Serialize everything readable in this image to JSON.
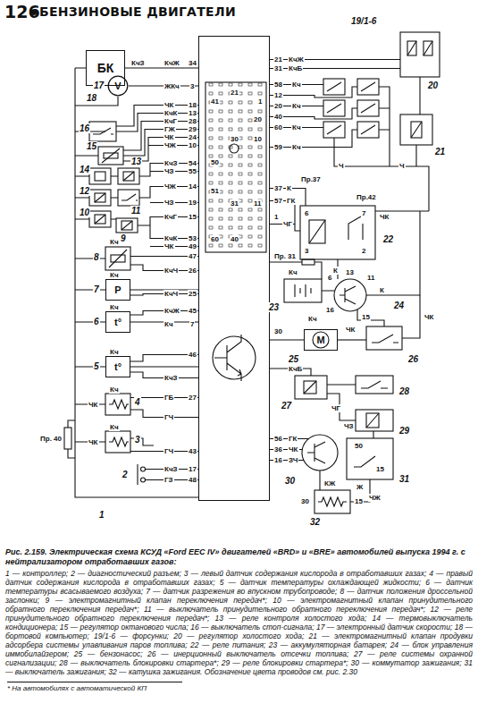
{
  "diagram": {
    "title": "БЕНЗИНОВЫЕ ДВИГАТЕЛИ",
    "caption": "Рис. 2.159. Электрическая схема КСУД «Ford EEC IV» двигателей «BRD» и «BRE» автомобилей выпуска 1994 г. с нейтрализатором отработавших газов:",
    "nodes": [
      {
        "text": [
          "БК"
        ]
      },
      {
        "text": [
          "V"
        ]
      },
      {
        "text": [
          "Р"
        ]
      },
      {
        "text": [
          "t°"
        ]
      },
      {
        "text": [
          "t°"
        ]
      },
      {
        "text": [
          "М"
        ]
      },
      {
        "text": [
          "41",
          "21",
          "1",
          "20",
          "30",
          "10",
          "50",
          "51",
          "31",
          "11",
          "60",
          "40"
        ]
      }
    ],
    "edges": [
      {
        "from": 0,
        "to": 6,
        "arrow": "none"
      },
      {
        "from": 1,
        "to": 6,
        "arrow": "none"
      },
      {
        "from": 2,
        "to": 6,
        "arrow": "none"
      },
      {
        "from": 3,
        "to": 6,
        "arrow": "none"
      },
      {
        "from": 4,
        "to": 6,
        "arrow": "none"
      },
      {
        "from": 5,
        "to": 6,
        "arrow": "none"
      }
    ],
    "labels": [
      "126",
      "КчЗ",
      "КчЖ",
      "34",
      "18",
      "17",
      "ЖКч",
      "3",
      "ЧК",
      "18",
      "КчК",
      "13",
      "КчГ",
      "28",
      "ГЖ",
      "29",
      "ЧК",
      "24",
      "ЧЖ",
      "10",
      "КчЗ",
      "54",
      "ЧЗ",
      "55",
      "ЧЖ",
      "14",
      "ЧЗ",
      "19",
      "КчГ",
      "15",
      "КчК",
      "53",
      "ЧК",
      "49",
      "Кч",
      "47",
      "КчЧ",
      "26",
      "Кч",
      "КчЧ",
      "25",
      "КчЖ",
      "45",
      "Кч",
      "Кч",
      "7",
      "46",
      "Кч",
      "КчЗ",
      "ГБ",
      "27",
      "ЧК",
      "ГЧ",
      "Кч",
      "ЧК",
      "ГЧ",
      "43",
      "Кч",
      "Пр. 40",
      "КчЗ",
      "17",
      "ГЗ",
      "48",
      "16",
      "15",
      "14",
      "13",
      "12",
      "11",
      "10",
      "9",
      "8",
      "7",
      "6",
      "5",
      "4",
      "3",
      "2",
      "1",
      "21",
      "31",
      "КчЖ",
      "КчБ",
      "19/1-6",
      "58",
      "12",
      "20",
      "40",
      "60",
      "59",
      "Кч",
      "Кч",
      "Кч",
      "Кч",
      "20",
      "21",
      "Ч",
      "Ч",
      "37",
      "57",
      "К",
      "Пр.37",
      "ГК",
      "Пр.42",
      "ЧГ",
      "1",
      "6",
      "7",
      "3",
      "2",
      "22",
      "ЧК",
      "Пр. 31",
      "Кч",
      "К",
      "23",
      "6",
      "13",
      "11",
      "16",
      "15",
      "Кч",
      "К",
      "24",
      "30",
      "25",
      "ЧК",
      "ЧК",
      "26",
      "КчБ",
      "27",
      "28",
      "ЧГ",
      "ЧЗ",
      "29",
      "56",
      "36",
      "16",
      "ГК",
      "ЧК",
      "ЗЧ",
      "30",
      "50",
      "15",
      "31",
      "30",
      "15",
      "КЖ",
      "Ж",
      "ЧЖ",
      "32",
      "1 — контроллер; 2 — диагностический разъем; 3 — левый датчик содержания кислорода в отработавших газах; 4 — правый датчик содержания кислорода в отработавших газах; 5 — датчик температуры охлаждающей жидкости; 6 — датчик температуры всасываемого воздуха; 7 — датчик разрежения во впускном трубопроводе; 8 — датчик положения дроссельной заслонки; 9 — электромагнитный клапан переключения передач*; 10 — электромагнитный клапан принудительного обратного переключения передач*; 11 — выключатель принудительного обратного переключения передач*; 12 — реле принудительного обратного переключения передач*; 13 — реле контроля холостого хода; 14 — термовыключатель кондиционера; 15 — регулятор октанового числа; 16 — выключатель стоп-сигнала; 17 — электронный датчик скорости; 18 — бортовой компьютер; 19/1-6 — форсунки; 20 — регулятор холостого хода; 21 — электромагнитный клапан продувки адсорбера системы улавливания паров топлива; 22 — реле питания; 23 — аккумуляторная батарея; 24 — блок управления иммобилайзером; 25 — бензонасос; 26 — инерционный выключатель отсечки топлива; 27 — реле системы охранной сигнализации; 28 — выключатель блокировки стартера*; 29 — реле блокировки стартера*; 30 — коммутатор зажигания; 31 — выключатель зажигания; 32 — катушка зажигания. Обозначение цвета проводов см. рис. 2.30",
      "* На автомобилях с автоматической КП"
    ]
  }
}
